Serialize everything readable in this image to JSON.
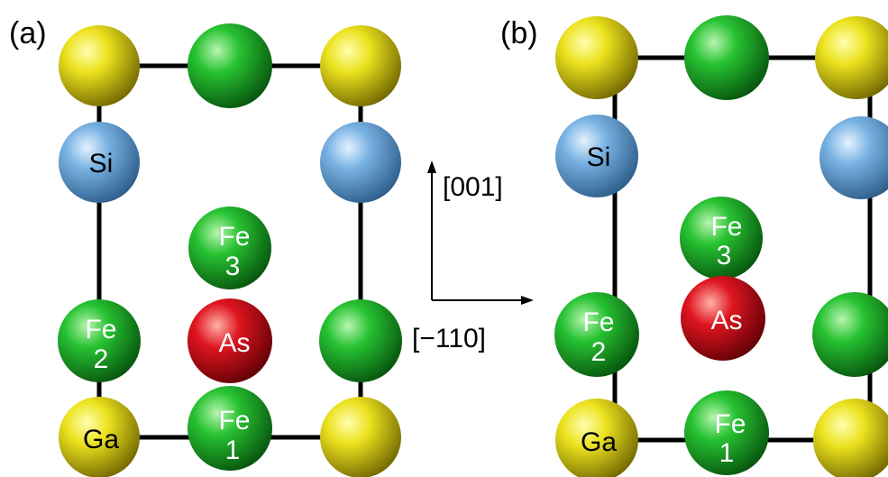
{
  "panels": [
    {
      "label": "(a)"
    },
    {
      "label": "(b)"
    }
  ],
  "axes": {
    "vertical": "[001]",
    "horizontal": "[−110]"
  },
  "atoms": {
    "si": "Si",
    "ga": "Ga",
    "as": "As",
    "fe": "Fe",
    "fe1_index": "1",
    "fe2_index": "2",
    "fe3_index": "3"
  },
  "colors": {
    "ga": "#e6dc1e",
    "fe": "#1fb32a",
    "si": "#6fa9dc",
    "as": "#d8101a",
    "bond": "#000000",
    "label_dark": "#000000",
    "label_light": "#ffffff"
  }
}
